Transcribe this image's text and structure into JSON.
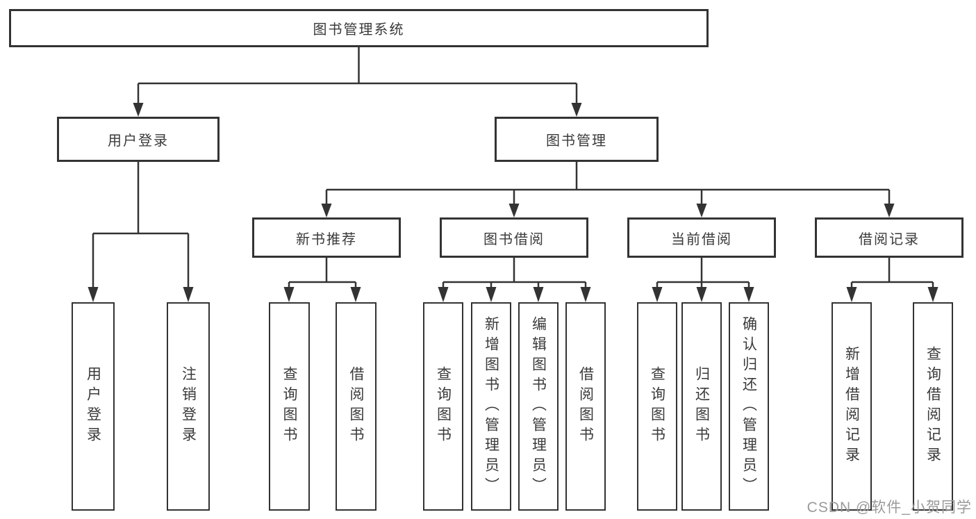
{
  "tree": {
    "root": {
      "label": "图书管理系统",
      "children": [
        {
          "label": "用户登录",
          "children": [
            {
              "label": "用户登录"
            },
            {
              "label": "注销登录"
            }
          ]
        },
        {
          "label": "图书管理",
          "children": [
            {
              "label": "新书推荐",
              "children": [
                {
                  "label": "查询图书"
                },
                {
                  "label": "借阅图书"
                }
              ]
            },
            {
              "label": "图书借阅",
              "children": [
                {
                  "label": "查询图书"
                },
                {
                  "label": "新增图书（管理员）"
                },
                {
                  "label": "编辑图书（管理员）"
                },
                {
                  "label": "借阅图书"
                }
              ]
            },
            {
              "label": "当前借阅",
              "children": [
                {
                  "label": "查询图书"
                },
                {
                  "label": "归还图书"
                },
                {
                  "label": "确认归还（管理员）"
                }
              ]
            },
            {
              "label": "借阅记录",
              "children": [
                {
                  "label": "新增借阅记录"
                },
                {
                  "label": "查询借阅记录"
                }
              ]
            }
          ]
        }
      ]
    }
  },
  "watermark": "CSDN @软件_小贺同学",
  "colors": {
    "line": "#333333",
    "box_border": "#333333",
    "box_background": "#ffffff",
    "text": "#3a3a3a",
    "watermark": "#9a9a9a"
  }
}
